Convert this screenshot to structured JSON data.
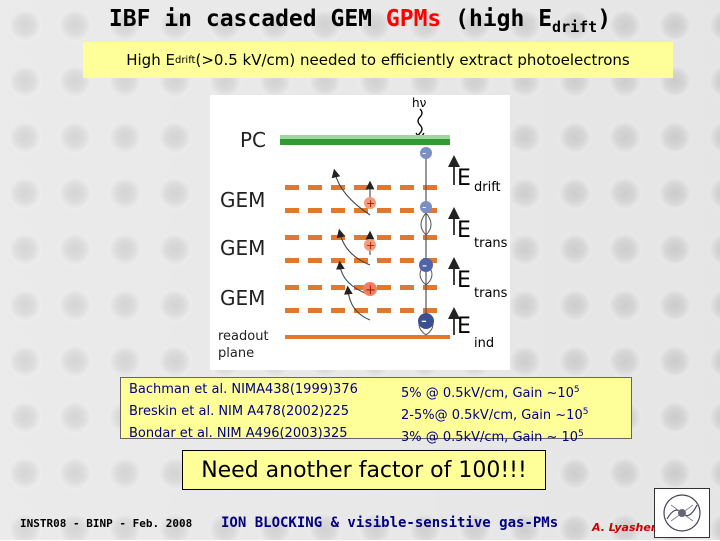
{
  "slide": {
    "title_prefix": "IBF in cascaded GEM ",
    "title_highlight": "GPMs",
    "title_suffix": " (high E",
    "title_sub": "drift",
    "title_close": ")",
    "subtitle_prefix": "High E",
    "subtitle_sub": "drift",
    "subtitle_suffix": " (>0.5 kV/cm) needed to efficiently extract photoelectrons"
  },
  "diagram": {
    "photon": "hν",
    "pc": "PC",
    "gem1": "GEM",
    "gem2": "GEM",
    "gem3": "GEM",
    "readout1": "readout",
    "readout2": "plane",
    "e_letter": "E",
    "drift": "drift",
    "trans1": "trans",
    "trans2": "trans",
    "ind": "ind",
    "electron": "-",
    "ion": "+"
  },
  "refs": [
    {
      "source": "Bachman et al. NIMA438(1999)376",
      "value": "5%   @ 0.5kV/cm, Gain ~10",
      "exp": "5"
    },
    {
      "source": "Breskin et al. NIM A478(2002)225",
      "value": "2-5%@ 0.5kV/cm, Gain ~10",
      "exp": "5"
    },
    {
      "source": "Bondar et al. NIM A496(2003)325",
      "value": "3%   @ 0.5kV/cm, Gain ~ 10",
      "exp": "5"
    }
  ],
  "callout": "Need another factor of 100!!!",
  "footer": {
    "left": "INSTR08 - BINP - Feb. 2008",
    "center": "ION BLOCKING & visible-sensitive gas-PMs",
    "author": "A. Lyashenko"
  },
  "colors": {
    "highlight_box": "#ffff99",
    "title_accent": "#ff0000",
    "refs_text": "#000080",
    "gem_orange": "#e07830",
    "pc_green": "#339933",
    "author": "#cc0000"
  }
}
